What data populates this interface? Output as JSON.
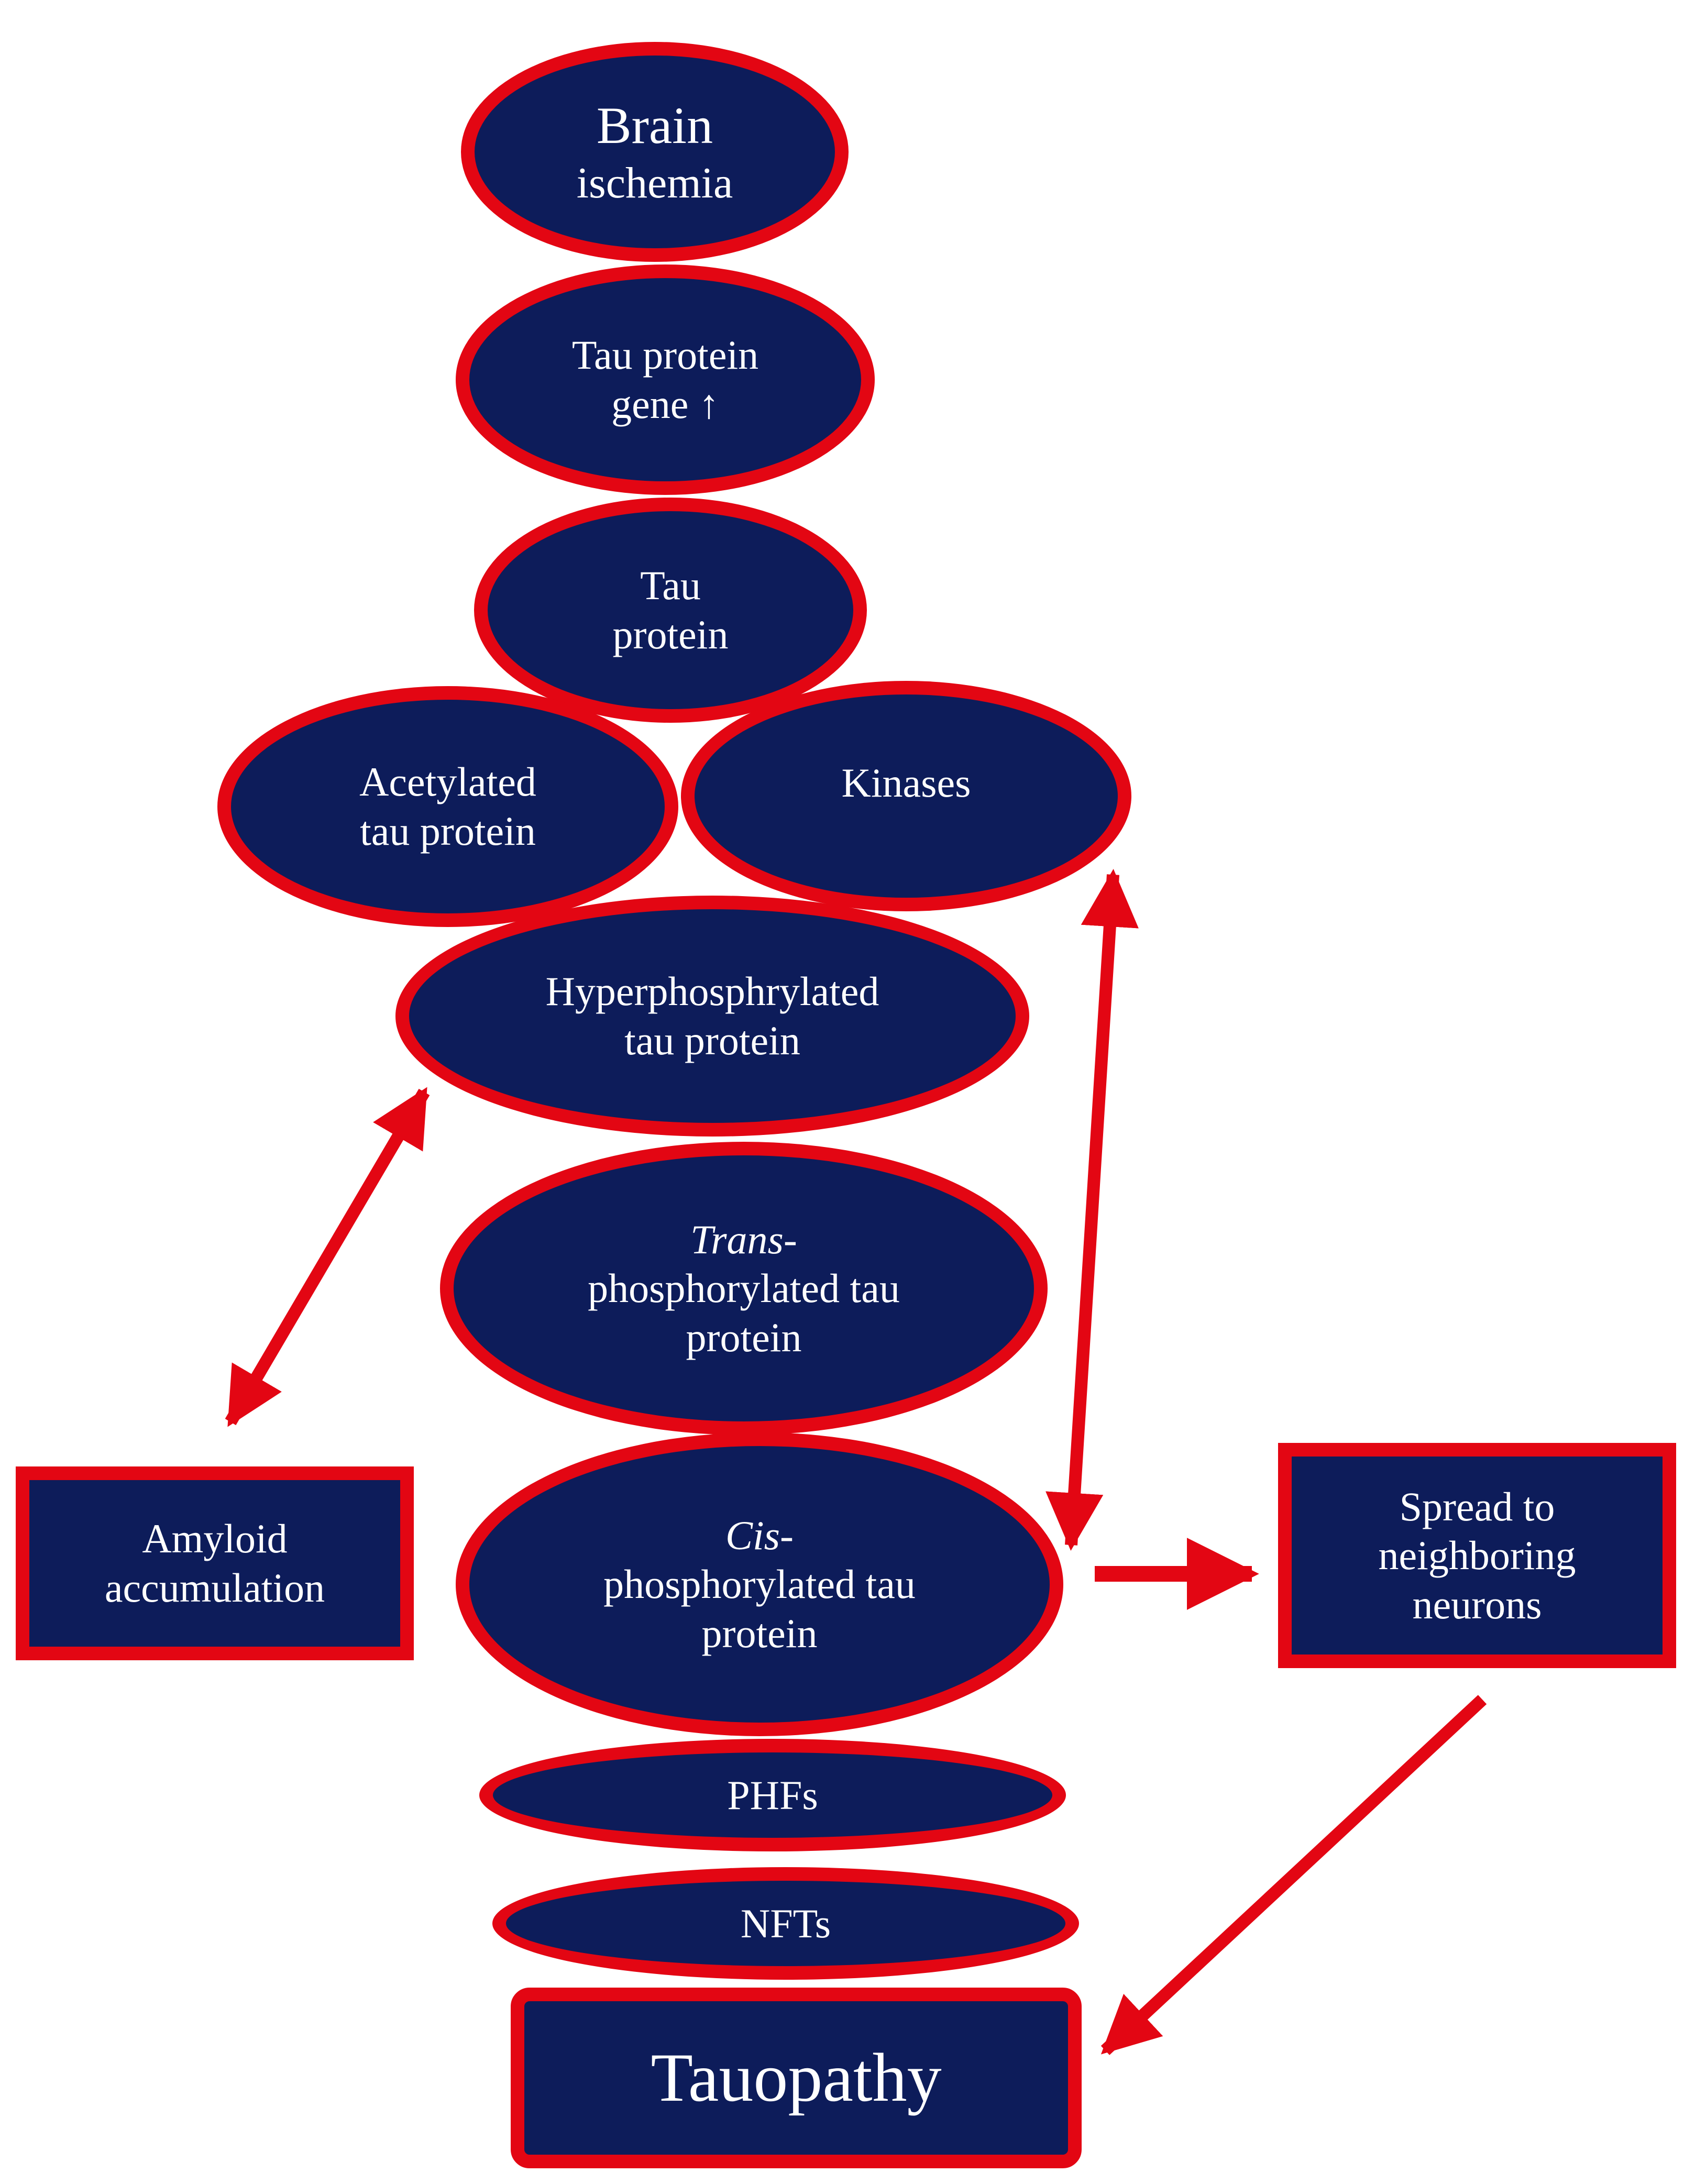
{
  "colors": {
    "fill": "#0d1c5a",
    "border": "#e30613",
    "arrow": "#e30613",
    "text": "#ffffff"
  },
  "nodes": {
    "brain_ischemia": {
      "line1": "Brain",
      "line2": "ischemia"
    },
    "tau_gene": {
      "line1": "Tau protein",
      "line2": "gene ↑"
    },
    "tau_protein": {
      "line1": "Tau",
      "line2": "protein"
    },
    "acetylated": {
      "line1": "Acetylated",
      "line2": "tau protein"
    },
    "kinases": {
      "line1": "Kinases"
    },
    "hyperphos": {
      "line1": "Hyperphosphrylated",
      "line2": "tau protein"
    },
    "trans": {
      "italic": "Trans",
      "suffix": "-",
      "line2": "phosphorylated tau",
      "line3": "protein"
    },
    "cis": {
      "italic": "Cis",
      "suffix": "-",
      "line2": "phosphorylated tau",
      "line3": "protein"
    },
    "phfs": {
      "line1": "PHFs"
    },
    "nfts": {
      "line1": "NFTs"
    },
    "tauopathy": {
      "line1": "Tauopathy"
    },
    "amyloid": {
      "line1": "Amyloid",
      "line2": "accumulation"
    },
    "spread": {
      "line1": "Spread to",
      "line2": "neighboring",
      "line3": "neurons"
    }
  }
}
